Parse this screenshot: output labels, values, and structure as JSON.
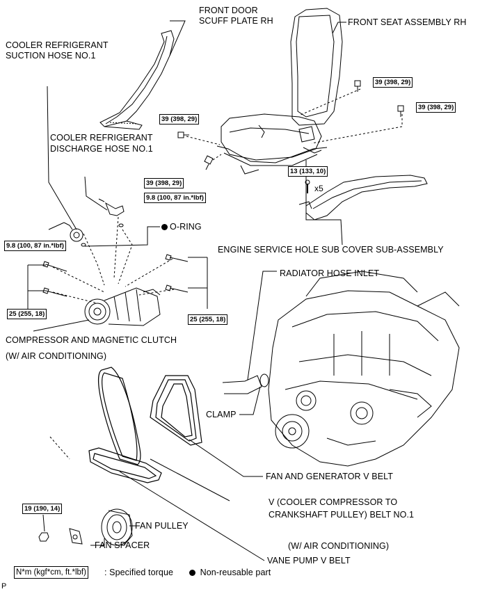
{
  "labels": {
    "front_door_scuff_1": "FRONT DOOR",
    "front_door_scuff_2": "SCUFF PLATE RH",
    "front_seat": "FRONT SEAT ASSEMBLY RH",
    "suction_hose_1": "COOLER REFRIGERANT",
    "suction_hose_2": "SUCTION HOSE NO.1",
    "discharge_hose_1": "COOLER REFRIGERANT",
    "discharge_hose_2": "DISCHARGE HOSE NO.1",
    "o_ring": "O-RING",
    "engine_cover": "ENGINE SERVICE HOLE SUB COVER SUB-ASSEMBLY",
    "radiator_hose": "RADIATOR HOSE INLET",
    "compressor": "COMPRESSOR AND MAGNETIC CLUTCH",
    "w_ac_1": "(W/ AIR CONDITIONING)",
    "clamp": "CLAMP",
    "fan_gen_belt": "FAN AND GENERATOR V BELT",
    "v_belt_1": "V (COOLER COMPRESSOR TO",
    "v_belt_2": "CRANKSHAFT PULLEY) BELT NO.1",
    "fan_pulley": "FAN PULLEY",
    "fan_spacer": "FAN SPACER",
    "w_ac_2": "(W/ AIR CONDITIONING)",
    "vane_pump": "VANE PUMP V BELT",
    "qty_x5": "x5",
    "corner_p": "P"
  },
  "torques": {
    "seat_upper_right": "39 (398, 29)",
    "seat_right": "39 (398, 29)",
    "seat_left": "39 (398, 29)",
    "seat_bottom": "39 (398, 29)",
    "cover": "13 (133, 10)",
    "discharge": "9.8 (100, 87 in.*lbf)",
    "suction": "9.8 (100, 87 in.*lbf)",
    "comp_left": "25 (255, 18)",
    "comp_right": "25 (255, 18)",
    "fan": "19 (190, 14)"
  },
  "legend": {
    "torque_box": "N*m (kgf*cm, ft.*lbf)",
    "torque_text": ": Specified torque",
    "nonreusable_text": "Non-reusable part"
  }
}
